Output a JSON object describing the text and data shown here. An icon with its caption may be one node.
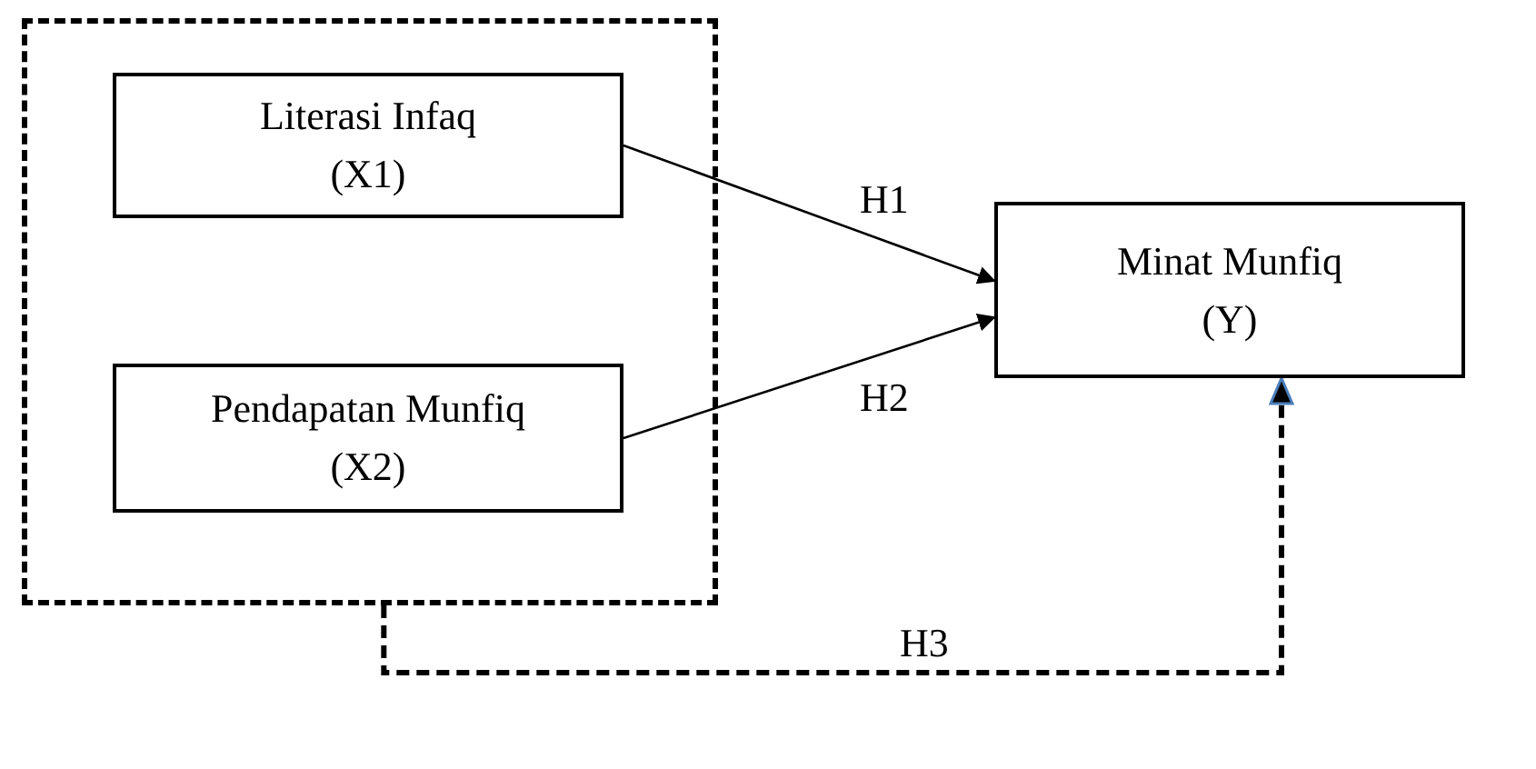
{
  "diagram": {
    "nodes": [
      {
        "text": [],
        "shape": "box"
      },
      {
        "text": [
          "Literasi Infaq",
          "(X1)"
        ],
        "in": 0
      },
      {
        "text": [
          "Pendapatan Munfiq",
          "(X2)"
        ],
        "in": 0
      },
      {
        "text": [
          "Minat Munfiq",
          "(Y)"
        ]
      }
    ],
    "edges": [
      {
        "from": 1,
        "to": 3,
        "arrow": "to",
        "label": "H1"
      },
      {
        "from": 2,
        "to": 3,
        "arrow": "to",
        "label": "H2"
      },
      {
        "from": 0,
        "to": 3,
        "arrow": "to",
        "label": "H3",
        "style": "dashed"
      }
    ]
  }
}
